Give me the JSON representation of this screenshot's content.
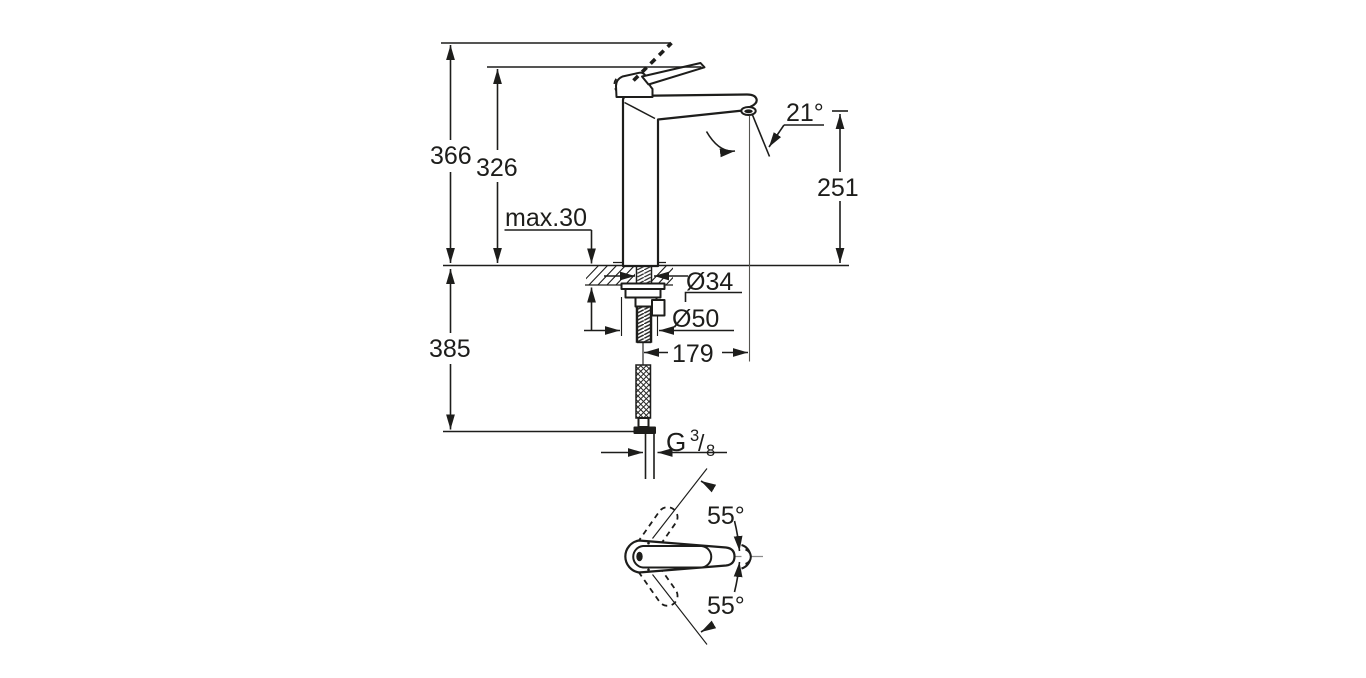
{
  "drawing": {
    "type": "faucet-dimension-diagram",
    "colors": {
      "background": "#ffffff",
      "line": "#1d1d1b",
      "thin_reference_line": "#8c8c8c"
    },
    "front_view": {
      "overall_height": "366",
      "lever_height": "326",
      "max_counter_thickness": "max.30",
      "outlet_height": "251",
      "below_counter_depth": "385",
      "shank_diameter": "Ø34",
      "base_diameter": "Ø50",
      "spout_reach": "179",
      "stream_angle": "21°",
      "thread": {
        "prefix": "G",
        "numerator": "3",
        "slash": "/",
        "denominator": "8"
      }
    },
    "plan_view": {
      "swivel_upper": "55°",
      "swivel_lower": "55°"
    }
  }
}
